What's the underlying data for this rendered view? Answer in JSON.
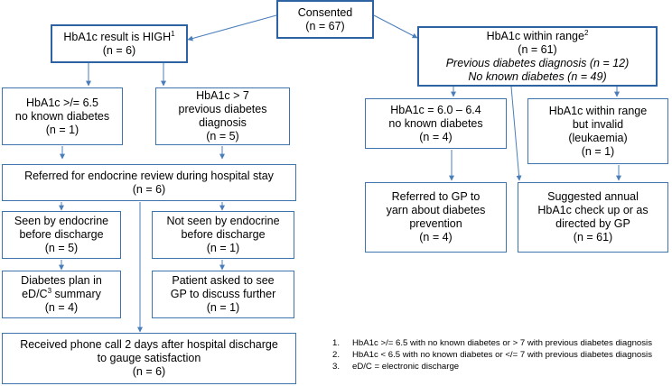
{
  "boxes": {
    "consented": {
      "line1": "Consented",
      "line2": "(n = 67)"
    },
    "high": {
      "title": "HbA1c result is HIGH",
      "sup": "1",
      "n": "(n = 6)"
    },
    "within": {
      "title": "HbA1c within range",
      "sup": "2",
      "n": "(n =  61)",
      "prev": "Previous diabetes diagnosis (n = 12)",
      "none": "No known diabetes (n = 49)"
    },
    "h65": {
      "line1": "HbA1c >/= 6.5",
      "line2": "no known diabetes",
      "line3": "(n = 1)"
    },
    "h7": {
      "line1": "HbA1c > 7",
      "line2": "previous diabetes",
      "line3": "diagnosis",
      "line4": "(n = 5)"
    },
    "referred": {
      "line1": "Referred for endocrine review during hospital stay",
      "line2": "(n = 6)"
    },
    "seen": {
      "line1": "Seen by endocrine",
      "line2": "before discharge",
      "line3": "(n = 5)"
    },
    "notseen": {
      "line1": "Not seen by endocrine",
      "line2": "before discharge",
      "line3": "(n = 1)"
    },
    "plan": {
      "line1": "Diabetes plan in",
      "line2a": "eD/C",
      "line2sup": "3",
      "line2b": " summary",
      "line3": "(n = 4)"
    },
    "asked": {
      "line1": "Patient asked to see",
      "line2": "GP to discuss further",
      "line3": "(n = 1)"
    },
    "phone": {
      "line1": "Received phone call 2 days after hospital discharge",
      "line2": "to gauge satisfaction",
      "line3": "(n = 6)"
    },
    "r60": {
      "line1": "HbA1c = 6.0 – 6.4",
      "line2": "no known diabetes",
      "line3": "(n = 4)"
    },
    "invalid": {
      "line1": "HbA1c within range",
      "line2": "but invalid",
      "line3": "(leukaemia)",
      "line4": "(n = 1)"
    },
    "gp": {
      "line1": "Referred to GP to",
      "line2": "yarn about diabetes",
      "line3": "prevention",
      "line4": "(n = 4)"
    },
    "annual": {
      "line1": "Suggested annual",
      "line2": "HbA1c check up or as",
      "line3": "directed by GP",
      "line4": "(n = 61)"
    }
  },
  "notes": [
    {
      "num": "1.",
      "text": "HbA1c >/= 6.5 with no known diabetes or > 7 with previous diabetes diagnosis"
    },
    {
      "num": "2.",
      "text": "HbA1c < 6.5 with no known diabetes or </= 7 with previous diabetes diagnosis"
    },
    {
      "num": "3.",
      "text": "eD/C = electronic discharge"
    }
  ],
  "colors": {
    "border": "#3f73ad",
    "arrow": "#4a7ebb"
  }
}
